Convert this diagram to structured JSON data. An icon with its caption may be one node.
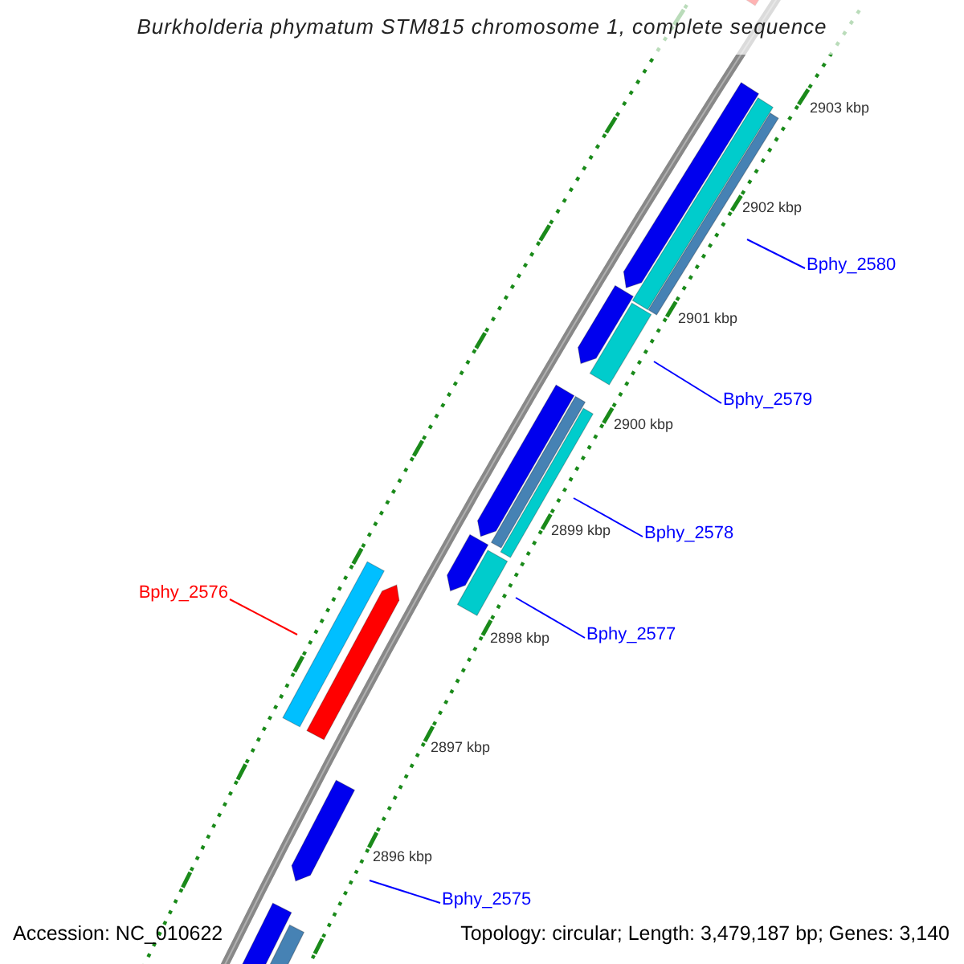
{
  "diagram": {
    "title": "Burkholderia phymatum STM815 chromosome 1, complete sequence",
    "nodes": [
      {
        "text": [
          "Bphy_2580"
        ]
      },
      {
        "text": [
          "Bphy_2579"
        ]
      },
      {
        "text": [
          "Bphy_2578"
        ]
      },
      {
        "text": [
          "Bphy_2576"
        ]
      },
      {
        "text": [
          "Bphy_2577"
        ]
      },
      {
        "text": [
          "Bphy_2575"
        ]
      }
    ],
    "edges": [
      {
        "from": 0,
        "to": null,
        "arrow": "none"
      },
      {
        "from": 1,
        "to": null,
        "arrow": "none"
      },
      {
        "from": 2,
        "to": null,
        "arrow": "none"
      },
      {
        "from": 3,
        "to": null,
        "arrow": "none",
        "color": "#ff0000"
      },
      {
        "from": 4,
        "to": null,
        "arrow": "none"
      },
      {
        "from": 5,
        "to": null,
        "arrow": "none"
      }
    ],
    "labels": [
      "2903 kbp",
      "2902 kbp",
      "2901 kbp",
      "2900 kbp",
      "2899 kbp",
      "2898 kbp",
      "2897 kbp",
      "2896 kbp",
      "Accession: NC_010622",
      "Topology: circular; Length: 3,479,187 bp; Genes: 3,140"
    ]
  }
}
